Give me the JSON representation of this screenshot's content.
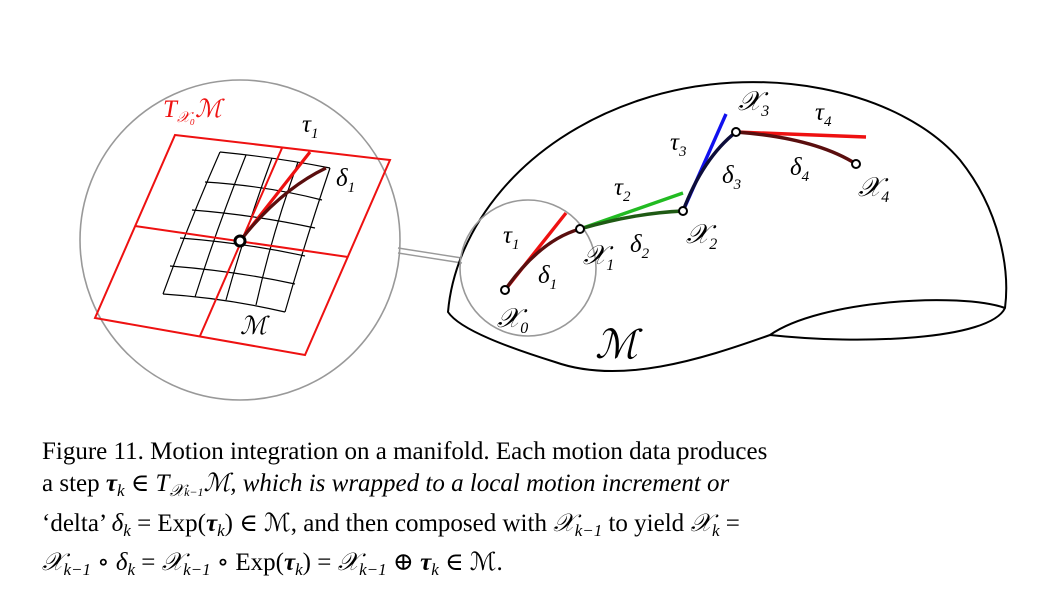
{
  "zoom": {
    "tangent_label": "T",
    "tangent_label_sub": "𝒳₀",
    "tangent_label_manifold": "ℳ",
    "tau_label": "τ",
    "tau_sub": "1",
    "delta_label": "δ",
    "delta_sub": "1",
    "manifold_label": "ℳ"
  },
  "main": {
    "manifold_label": "ℳ",
    "points": [
      {
        "name": "𝒳",
        "sub": "0"
      },
      {
        "name": "𝒳",
        "sub": "1"
      },
      {
        "name": "𝒳",
        "sub": "2"
      },
      {
        "name": "𝒳",
        "sub": "3"
      },
      {
        "name": "𝒳",
        "sub": "4"
      }
    ],
    "taus": [
      {
        "name": "τ",
        "sub": "1"
      },
      {
        "name": "τ",
        "sub": "2"
      },
      {
        "name": "τ",
        "sub": "3"
      },
      {
        "name": "τ",
        "sub": "4"
      }
    ],
    "deltas": [
      {
        "name": "δ",
        "sub": "1"
      },
      {
        "name": "δ",
        "sub": "2"
      },
      {
        "name": "δ",
        "sub": "3"
      },
      {
        "name": "δ",
        "sub": "4"
      }
    ]
  },
  "colors": {
    "tau1": "#ee1111",
    "tau2": "#22bb22",
    "tau3": "#1111ee",
    "tau4": "#ee1111",
    "delta1": "#5a0e0e",
    "delta2": "#1f5a14",
    "delta3": "#0d0d3a",
    "delta4": "#5a0e0e",
    "tangent_plane": "#ee1111",
    "circle": "#999999"
  },
  "caption": {
    "l1": "Figure 11.  Motion integration on a manifold. Each motion data produces",
    "l2a": "a step ",
    "l2_tau": "τ",
    "l2_k": "k",
    "l2b": " ∈ T",
    "l2_sub": "𝒳",
    "l2_subsub": "k−1",
    "l2c": "ℳ, which is wrapped to a local motion increment or",
    "l3a": "‘delta’ ",
    "l3_delta": "δ",
    "l3_k": "k",
    "l3b": " = Exp(",
    "l3_tau": "τ",
    "l3_k2": "k",
    "l3c": ") ∈ ℳ, and then composed with ",
    "l3_X": "𝒳",
    "l3_km1": "k−1",
    "l3d": " to yield ",
    "l3_X2": "𝒳",
    "l3_k3": "k",
    "l3e": " =",
    "l4a": "𝒳",
    "l4_km1": "k−1",
    "l4b": " ∘ ",
    "l4_delta": "δ",
    "l4_k": "k",
    "l4c": " = ",
    "l4_X": "𝒳",
    "l4_km1b": "k−1",
    "l4d": " ∘ Exp(",
    "l4_tau": "τ",
    "l4_k2": "k",
    "l4e": ") = ",
    "l4_X2": "𝒳",
    "l4_km1c": "k−1",
    "l4f": " ⊕ ",
    "l4_tau2": "τ",
    "l4_k3": "k",
    "l4g": " ∈ ℳ."
  }
}
